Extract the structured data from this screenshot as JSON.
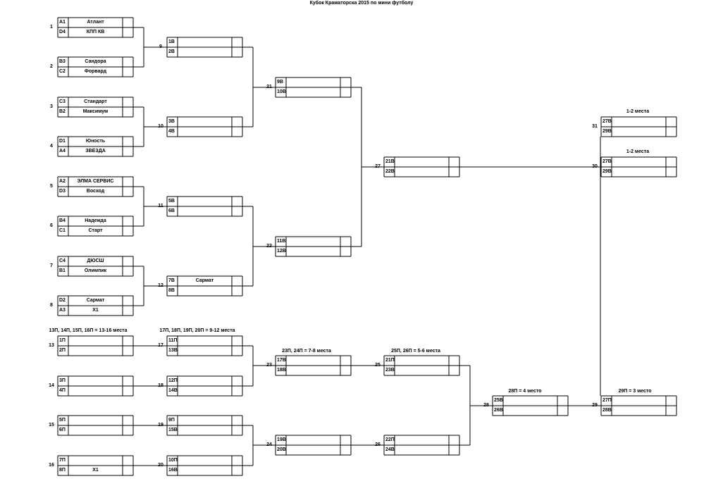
{
  "title": "Кубок Краматорска 2015 по мини футболу",
  "labels": {
    "m1314": "13П, 14П, 15П, 16П = 13-16 места",
    "m912": "17П, 18П, 19П, 20П = 9-12 места",
    "m78": "23П, 24П = 7-8 места",
    "m56": "25П, 26П = 5-6 места",
    "m4": "28П = 4 место",
    "m3": "29П = 3 место",
    "m31": "1-2 места",
    "m30": "1-2 места"
  },
  "matches": [
    {
      "id": "m1",
      "num": "1",
      "rows": [
        {
          "seed": "A1",
          "team": "Атлант"
        },
        {
          "seed": "D4",
          "team": "КПП КВ"
        }
      ]
    },
    {
      "id": "m2",
      "num": "2",
      "rows": [
        {
          "seed": "B3",
          "team": "Сандора"
        },
        {
          "seed": "C2",
          "team": "Форвард"
        }
      ]
    },
    {
      "id": "m3",
      "num": "3",
      "rows": [
        {
          "seed": "C3",
          "team": "Стандарт"
        },
        {
          "seed": "B2",
          "team": "Максимум"
        }
      ]
    },
    {
      "id": "m4",
      "num": "4",
      "rows": [
        {
          "seed": "D1",
          "team": "Юность"
        },
        {
          "seed": "A4",
          "team": "ЗВЕЗДА"
        }
      ]
    },
    {
      "id": "m5",
      "num": "5",
      "rows": [
        {
          "seed": "A2",
          "team": "ЭЛМА СЕРВИС"
        },
        {
          "seed": "D3",
          "team": "Восход"
        }
      ]
    },
    {
      "id": "m6",
      "num": "6",
      "rows": [
        {
          "seed": "B4",
          "team": "Надежда"
        },
        {
          "seed": "C1",
          "team": "Старт"
        }
      ]
    },
    {
      "id": "m7",
      "num": "7",
      "rows": [
        {
          "seed": "C4",
          "team": "ДЮСШ"
        },
        {
          "seed": "B1",
          "team": "Олимпик"
        }
      ]
    },
    {
      "id": "m8",
      "num": "8",
      "rows": [
        {
          "seed": "D2",
          "team": "Сармат"
        },
        {
          "seed": "A3",
          "team": "X1"
        }
      ]
    },
    {
      "id": "m9",
      "num": "9",
      "rows": [
        {
          "seed": "1В",
          "team": ""
        },
        {
          "seed": "2В",
          "team": ""
        }
      ]
    },
    {
      "id": "m10",
      "num": "10",
      "rows": [
        {
          "seed": "3В",
          "team": ""
        },
        {
          "seed": "4В",
          "team": ""
        }
      ]
    },
    {
      "id": "m11",
      "num": "11",
      "rows": [
        {
          "seed": "5В",
          "team": ""
        },
        {
          "seed": "6В",
          "team": ""
        }
      ]
    },
    {
      "id": "m12",
      "num": "12",
      "rows": [
        {
          "seed": "7В",
          "team": "Сармат"
        },
        {
          "seed": "8В",
          "team": ""
        }
      ]
    },
    {
      "id": "m21",
      "num": "21",
      "rows": [
        {
          "seed": "9В",
          "team": ""
        },
        {
          "seed": "10В",
          "team": ""
        }
      ]
    },
    {
      "id": "m22",
      "num": "22",
      "rows": [
        {
          "seed": "11В",
          "team": ""
        },
        {
          "seed": "12В",
          "team": ""
        }
      ]
    },
    {
      "id": "m27",
      "num": "27",
      "rows": [
        {
          "seed": "21В",
          "team": ""
        },
        {
          "seed": "22В",
          "team": ""
        }
      ]
    },
    {
      "id": "m31",
      "num": "31",
      "rows": [
        {
          "seed": "27В",
          "team": ""
        },
        {
          "seed": "29В",
          "team": ""
        }
      ]
    },
    {
      "id": "m30",
      "num": "30",
      "rows": [
        {
          "seed": "27В",
          "team": ""
        },
        {
          "seed": "29В",
          "team": ""
        }
      ]
    },
    {
      "id": "m13",
      "num": "13",
      "rows": [
        {
          "seed": "1П",
          "team": ""
        },
        {
          "seed": "2П",
          "team": ""
        }
      ]
    },
    {
      "id": "m14",
      "num": "14",
      "rows": [
        {
          "seed": "3П",
          "team": ""
        },
        {
          "seed": "4П",
          "team": ""
        }
      ]
    },
    {
      "id": "m15",
      "num": "15",
      "rows": [
        {
          "seed": "5П",
          "team": ""
        },
        {
          "seed": "6П",
          "team": ""
        }
      ]
    },
    {
      "id": "m16",
      "num": "16",
      "rows": [
        {
          "seed": "7П",
          "team": ""
        },
        {
          "seed": "8П",
          "team": "X1"
        }
      ]
    },
    {
      "id": "m17",
      "num": "17",
      "rows": [
        {
          "seed": "11П",
          "team": ""
        },
        {
          "seed": "13В",
          "team": ""
        }
      ]
    },
    {
      "id": "m18",
      "num": "18",
      "rows": [
        {
          "seed": "12П",
          "team": ""
        },
        {
          "seed": "14В",
          "team": ""
        }
      ]
    },
    {
      "id": "m19",
      "num": "19",
      "rows": [
        {
          "seed": "9П",
          "team": ""
        },
        {
          "seed": "15В",
          "team": ""
        }
      ]
    },
    {
      "id": "m20",
      "num": "20",
      "rows": [
        {
          "seed": "10П",
          "team": ""
        },
        {
          "seed": "16В",
          "team": ""
        }
      ]
    },
    {
      "id": "m23",
      "num": "23",
      "rows": [
        {
          "seed": "17В",
          "team": ""
        },
        {
          "seed": "18В",
          "team": ""
        }
      ]
    },
    {
      "id": "m24",
      "num": "24",
      "rows": [
        {
          "seed": "19В",
          "team": ""
        },
        {
          "seed": "20В",
          "team": ""
        }
      ]
    },
    {
      "id": "m25",
      "num": "25",
      "rows": [
        {
          "seed": "21П",
          "team": ""
        },
        {
          "seed": "23В",
          "team": ""
        }
      ]
    },
    {
      "id": "m26",
      "num": "26",
      "rows": [
        {
          "seed": "22П",
          "team": ""
        },
        {
          "seed": "24В",
          "team": ""
        }
      ]
    },
    {
      "id": "m28",
      "num": "28",
      "rows": [
        {
          "seed": "25В",
          "team": ""
        },
        {
          "seed": "26В",
          "team": ""
        }
      ]
    },
    {
      "id": "m29",
      "num": "29",
      "rows": [
        {
          "seed": "27П",
          "team": ""
        },
        {
          "seed": "28В",
          "team": ""
        }
      ]
    }
  ]
}
